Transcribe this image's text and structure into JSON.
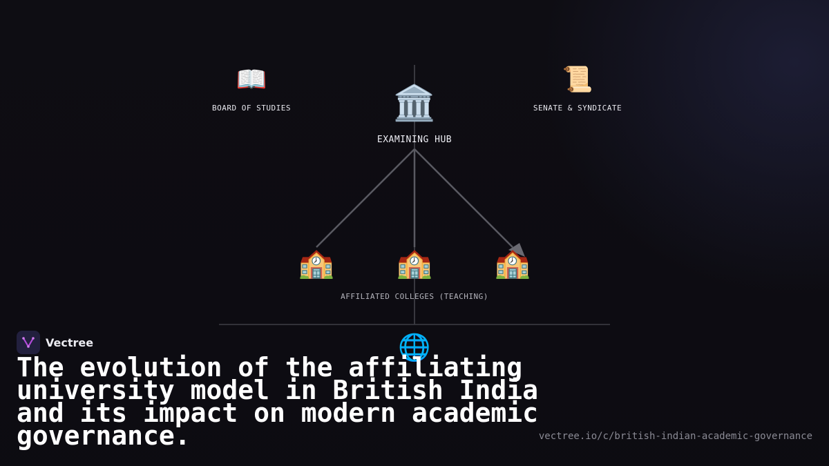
{
  "diagram": {
    "nodes": {
      "board_of_studies": {
        "icon": "open-book-icon",
        "glyph": "📖",
        "label": "BOARD OF STUDIES"
      },
      "examining_hub": {
        "icon": "classical-building-icon",
        "glyph": "🏛️",
        "label": "EXAMINING HUB"
      },
      "senate_syndicate": {
        "icon": "scroll-icon",
        "glyph": "📜",
        "label": "SENATE & SYNDICATE"
      },
      "college_1": {
        "icon": "school-icon",
        "glyph": "🏫"
      },
      "college_2": {
        "icon": "school-icon",
        "glyph": "🏫"
      },
      "college_3": {
        "icon": "school-icon",
        "glyph": "🏫"
      },
      "colleges_label": "AFFILIATED COLLEGES (TEACHING)",
      "globe": {
        "icon": "globe-icon",
        "glyph": "🌐"
      }
    },
    "colors": {
      "connector": "#56565e",
      "text": "#e8e8ee",
      "label_muted": "#b5b5bd"
    }
  },
  "brand": {
    "name": "Vectree",
    "logo_icon": "vectree-logo-icon",
    "accent": "#b24ad9"
  },
  "headline": "The evolution of the affiliating university model in British India and its impact on modern academic governance.",
  "url": "vectree.io/c/british-indian-academic-governance"
}
